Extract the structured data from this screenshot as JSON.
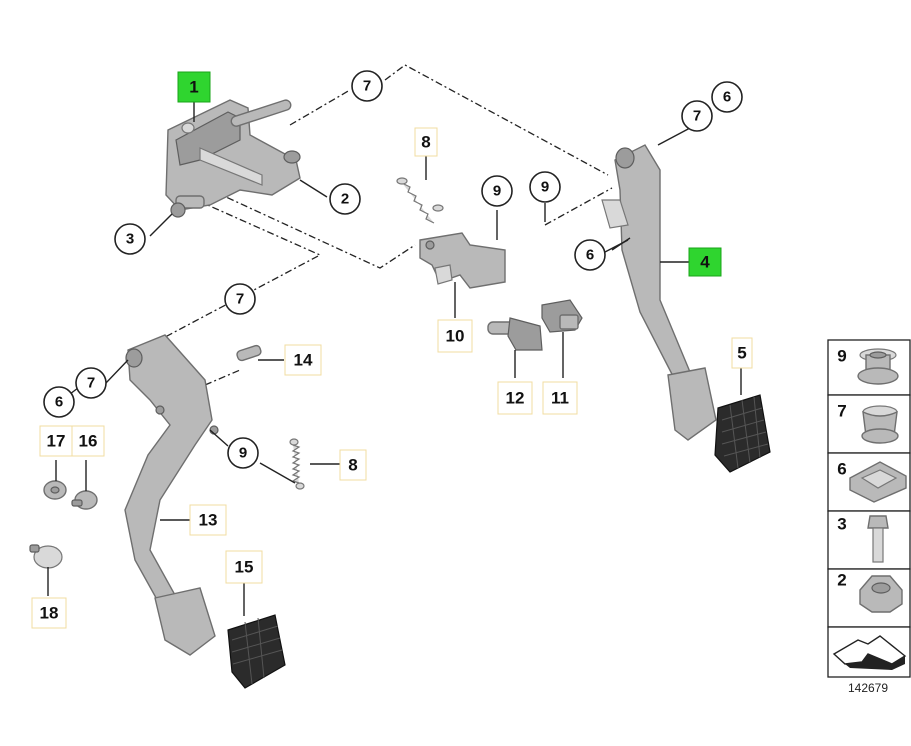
{
  "diagram_id": "142679",
  "highlight_color": "#2fd52f",
  "callouts": {
    "c1": "1",
    "c2": "2",
    "c3": "3",
    "c4": "4",
    "c5": "5",
    "c6a": "6",
    "c6b": "6",
    "c6c": "6",
    "c7a": "7",
    "c7b": "7",
    "c7c": "7",
    "c7d": "7",
    "c8a": "8",
    "c8b": "8",
    "c9a": "9",
    "c9b": "9",
    "c9c": "9",
    "c10": "10",
    "c11": "11",
    "c12": "12",
    "c13": "13",
    "c14": "14",
    "c15": "15",
    "c16": "16",
    "c17": "17",
    "c18": "18"
  },
  "sidebar": [
    "9",
    "7",
    "6",
    "3",
    "2"
  ]
}
